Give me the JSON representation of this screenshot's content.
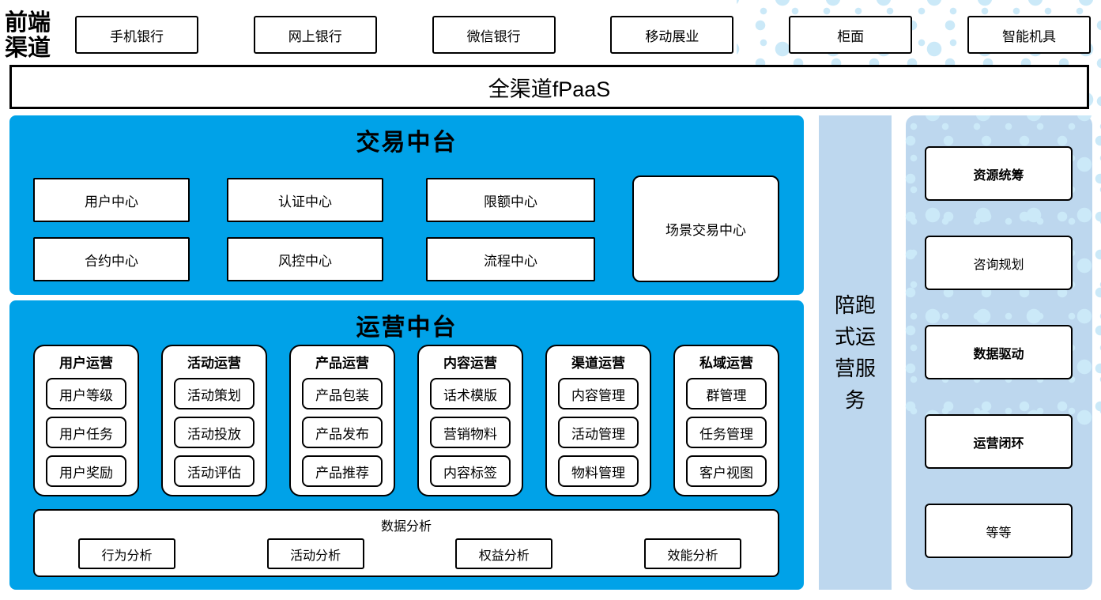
{
  "colors": {
    "blue": "#00A2E8",
    "light_blue": "#BDD7EE",
    "dot": "#CBE9F8",
    "border": "#000000"
  },
  "front_channels": {
    "label": "前端渠道",
    "items": [
      "手机银行",
      "网上银行",
      "微信银行",
      "移动展业",
      "柜面",
      "智能机具"
    ]
  },
  "fpaas": {
    "label": "全渠道fPaaS"
  },
  "transaction": {
    "title": "交易中台",
    "boxes_row1": [
      "用户中心",
      "认证中心",
      "限额中心"
    ],
    "boxes_row2": [
      "合约中心",
      "风控中心",
      "流程中心"
    ],
    "tall_box": "场景交易中心"
  },
  "operation": {
    "title": "运营中台",
    "groups": [
      {
        "header": "用户运营",
        "items": [
          "用户等级",
          "用户任务",
          "用户奖励"
        ]
      },
      {
        "header": "活动运营",
        "items": [
          "活动策划",
          "活动投放",
          "活动评估"
        ]
      },
      {
        "header": "产品运营",
        "items": [
          "产品包装",
          "产品发布",
          "产品推荐"
        ]
      },
      {
        "header": "内容运营",
        "items": [
          "话术模版",
          "营销物料",
          "内容标签"
        ]
      },
      {
        "header": "渠道运营",
        "items": [
          "内容管理",
          "活动管理",
          "物料管理"
        ]
      },
      {
        "header": "私域运营",
        "items": [
          "群管理",
          "任务管理",
          "客户视图"
        ]
      }
    ],
    "analysis": {
      "title": "数据分析",
      "items": [
        "行为分析",
        "活动分析",
        "权益分析",
        "效能分析"
      ]
    }
  },
  "companion_bar": {
    "label": "陪跑式运营服务"
  },
  "right_panel": {
    "items": [
      "资源统筹",
      "咨询规划",
      "数据驱动",
      "运营闭环",
      "等等"
    ]
  }
}
